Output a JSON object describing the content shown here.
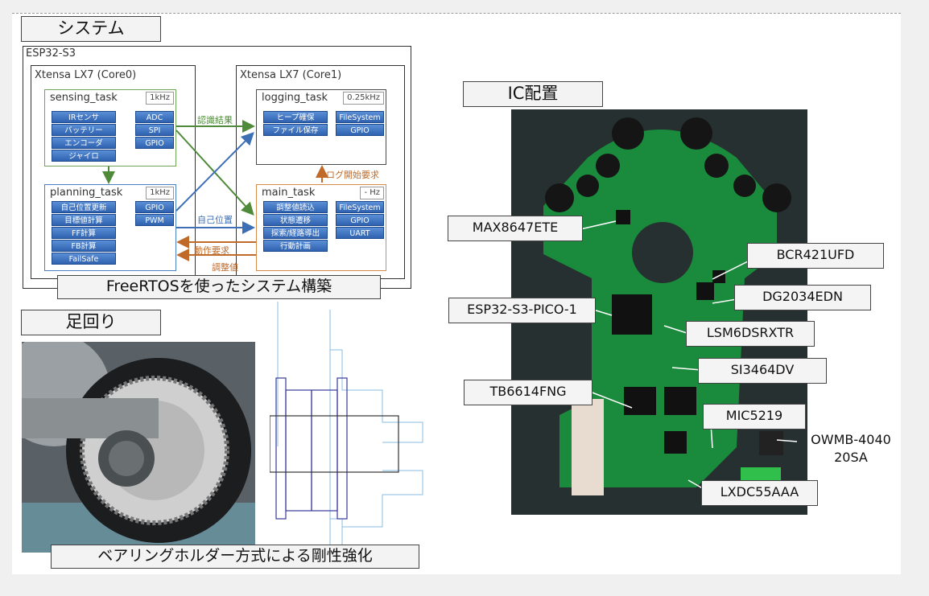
{
  "headings": {
    "system": "システム",
    "ic": "IC配置",
    "suspension": "足回り"
  },
  "system_diagram": {
    "outer_label": "ESP32-S3",
    "core0_label": "Xtensa LX7 (Core0)",
    "core1_label": "Xtensa LX7 (Core1)",
    "sensing": {
      "name": "sensing_task",
      "freq": "1kHz",
      "left_chips": [
        "IRセンサ",
        "バッテリー",
        "エンコーダ",
        "ジャイロ"
      ],
      "right_chips": [
        "ADC",
        "SPI",
        "GPIO"
      ]
    },
    "planning": {
      "name": "planning_task",
      "freq": "1kHz",
      "left_chips": [
        "自己位置更新",
        "目標値計算",
        "FF計算",
        "FB計算",
        "FailSafe"
      ],
      "right_chips": [
        "GPIO",
        "PWM"
      ]
    },
    "logging": {
      "name": "logging_task",
      "freq": "0.25kHz",
      "left_chips": [
        "ヒープ確保",
        "ファイル保存"
      ],
      "right_chips": [
        "FileSystem",
        "GPIO"
      ]
    },
    "main": {
      "name": "main_task",
      "freq": "- Hz",
      "left_chips": [
        "調整値読込",
        "状態遷移",
        "探索/経路導出",
        "行動計画"
      ],
      "right_chips": [
        "FileSystem",
        "GPIO",
        "UART"
      ]
    },
    "arrows": {
      "recognition": "認識結果",
      "self_position": "自己位置",
      "log_request": "ログ開始要求",
      "action_request": "動作要求",
      "adjust_value": "調整値"
    },
    "caption": "FreeRTOSを使ったシステム構築"
  },
  "suspension": {
    "caption": "ベアリングホルダー方式による剛性強化"
  },
  "ic_labels": {
    "max": "MAX8647ETE",
    "bcr": "BCR421UFD",
    "dg": "DG2034EDN",
    "esp": "ESP32-S3-PICO-1",
    "lsm": "LSM6DSRXTR",
    "si": "SI3464DV",
    "tb": "TB6614FNG",
    "mic": "MIC5219",
    "owmb_line1": "OWMB-4040",
    "owmb_line2": "20SA",
    "lxdc": "LXDC55AAA"
  },
  "colors": {
    "sensing": "#6fa35a",
    "planning": "#4a7fc1",
    "logging": "#4a4a4a",
    "main": "#d58c4a",
    "green_arrow": "#4f8a3a",
    "blue_arrow": "#3d6fb5",
    "orange_arrow": "#c06a2a",
    "chip": "#2f62b0"
  }
}
